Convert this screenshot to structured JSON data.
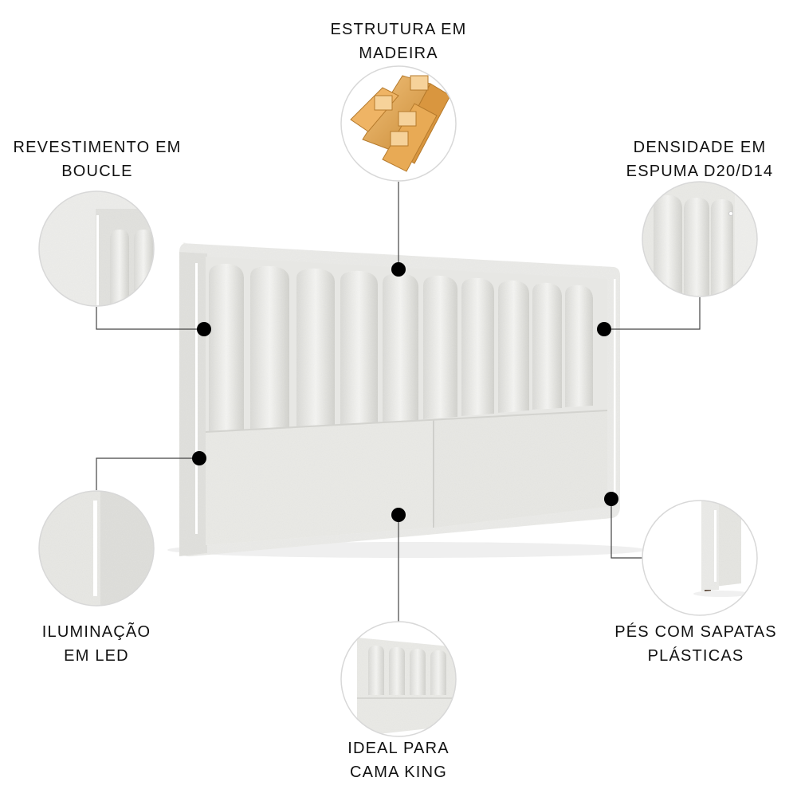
{
  "callouts": {
    "wood_frame": {
      "line1": "ESTRUTURA EM",
      "line2": "MADEIRA"
    },
    "boucle": {
      "line1": "REVESTIMENTO EM",
      "line2": "BOUCLE"
    },
    "foam": {
      "line1": "DENSIDADE EM",
      "line2": "ESPUMA D20/D14"
    },
    "led": {
      "line1": "ILUMINAÇÃO",
      "line2": "EM LED"
    },
    "feet": {
      "line1": "PÉS COM SAPATAS",
      "line2": "PLÁSTICAS"
    },
    "king": {
      "line1": "IDEAL PARA",
      "line2": "CAMA KING"
    }
  },
  "colors": {
    "fabric": "#ededeb",
    "fabric_shadow": "#d6d6d3",
    "wood": "#e0a24a",
    "leader": "#444444",
    "marker": "#000000"
  }
}
